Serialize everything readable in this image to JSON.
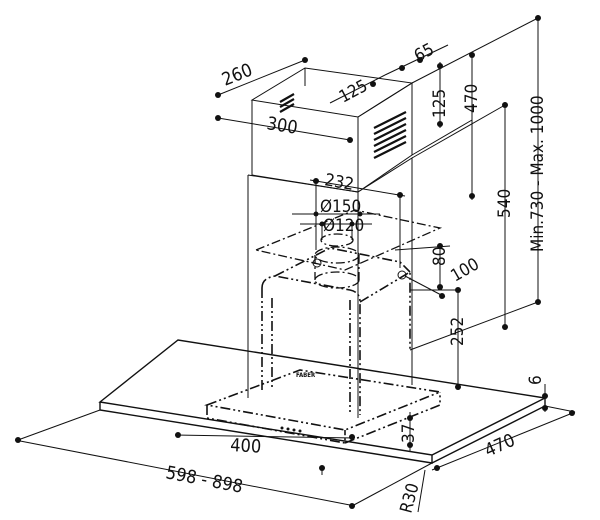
{
  "dimensions": {
    "top_depth": "260",
    "top_width": "300",
    "vent_offset": "125",
    "vent_width": "65",
    "vent_height": "125",
    "chimney_upper": "470",
    "chimney_total": "540",
    "height_range": "Min.730 - Max. 1000",
    "outlet_width": "232",
    "outlet_outer_diameter": "Ø150",
    "outlet_inner_diameter": "Ø120",
    "outlet_height": "80",
    "motor_offset": "100",
    "motor_height": "252",
    "glass_thickness": "6",
    "canopy_height": "37",
    "canopy_width": "400",
    "hood_depth": "470",
    "hood_width": "598 - 898",
    "corner_radius": "R30"
  },
  "brand_mark": "FABER",
  "colors": {
    "line": "#111111",
    "background": "#ffffff"
  }
}
